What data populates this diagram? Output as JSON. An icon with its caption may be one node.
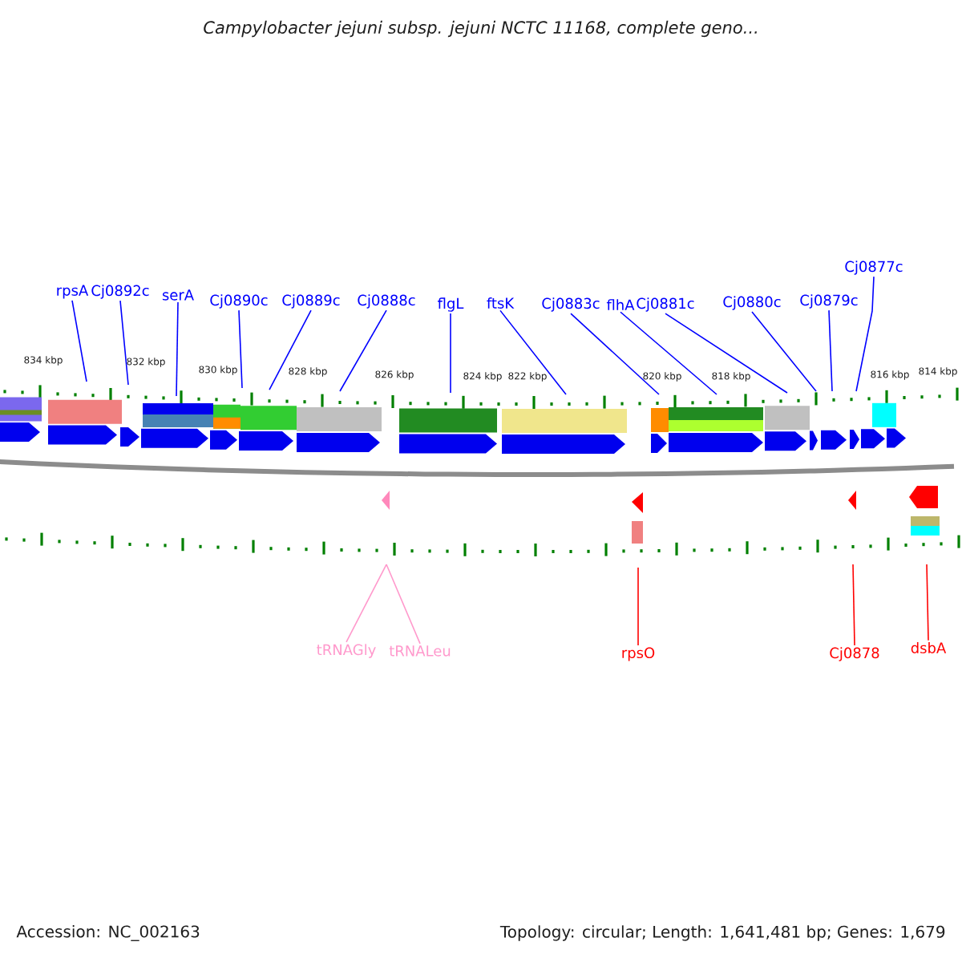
{
  "diagram": {
    "title": "Campylobacter jejuni subsp. jejuni NCTC 11168, complete geno...",
    "nodes": [
      {
        "text": [
          "rpsA"
        ]
      },
      {
        "text": [
          "Cj0892c"
        ]
      },
      {
        "text": [
          "serA"
        ]
      },
      {
        "text": [
          "Cj0890c"
        ]
      },
      {
        "text": [
          "Cj0889c"
        ]
      },
      {
        "text": [
          "Cj0888c"
        ]
      },
      {
        "text": [
          "flgL"
        ]
      },
      {
        "text": [
          "ftsK"
        ]
      },
      {
        "text": [
          "Cj0883c"
        ]
      },
      {
        "text": [
          "flhA"
        ]
      },
      {
        "text": [
          "Cj0881c"
        ]
      },
      {
        "text": [
          "Cj0880c"
        ]
      },
      {
        "text": [
          "Cj0879c"
        ]
      },
      {
        "text": [
          "Cj0877c"
        ]
      },
      {
        "text": [
          "tRNAGly"
        ]
      },
      {
        "text": [
          "tRNALeu"
        ]
      },
      {
        "text": [
          "rpsO"
        ]
      },
      {
        "text": [
          "Cj0878"
        ]
      },
      {
        "text": [
          "dsbA"
        ]
      }
    ],
    "edges": [
      {
        "from": 0,
        "to": null,
        "arrow": "none"
      },
      {
        "from": 1,
        "to": null,
        "arrow": "none"
      },
      {
        "from": 2,
        "to": null,
        "arrow": "none"
      },
      {
        "from": 3,
        "to": null,
        "arrow": "none"
      },
      {
        "from": 4,
        "to": null,
        "arrow": "none"
      },
      {
        "from": 5,
        "to": null,
        "arrow": "none"
      },
      {
        "from": 6,
        "to": null,
        "arrow": "none"
      },
      {
        "from": 7,
        "to": null,
        "arrow": "none"
      },
      {
        "from": 8,
        "to": null,
        "arrow": "none"
      },
      {
        "from": 9,
        "to": null,
        "arrow": "none"
      },
      {
        "from": 10,
        "to": null,
        "arrow": "none"
      },
      {
        "from": 11,
        "to": null,
        "arrow": "none"
      },
      {
        "from": 12,
        "to": null,
        "arrow": "none"
      },
      {
        "from": 13,
        "to": null,
        "arrow": "none"
      },
      {
        "from": 14,
        "to": null,
        "arrow": "none",
        "color": "#ff99cc"
      },
      {
        "from": 15,
        "to": null,
        "arrow": "none",
        "color": "#ff99cc"
      },
      {
        "from": 16,
        "to": null,
        "arrow": "none",
        "color": "#ff0000"
      },
      {
        "from": 17,
        "to": null,
        "arrow": "none",
        "color": "#ff0000"
      },
      {
        "from": 18,
        "to": null,
        "arrow": "none",
        "color": "#ff0000"
      }
    ],
    "labels": [
      "834 kbp",
      "832 kbp",
      "830 kbp",
      "828 kbp",
      "826 kbp",
      "824 kbp",
      "822 kbp",
      "820 kbp",
      "818 kbp",
      "816 kbp",
      "814 kbp",
      "Accession: NC_002163",
      "Topology: circular; Length: 1,641,481 bp; Genes: 1,679"
    ]
  }
}
